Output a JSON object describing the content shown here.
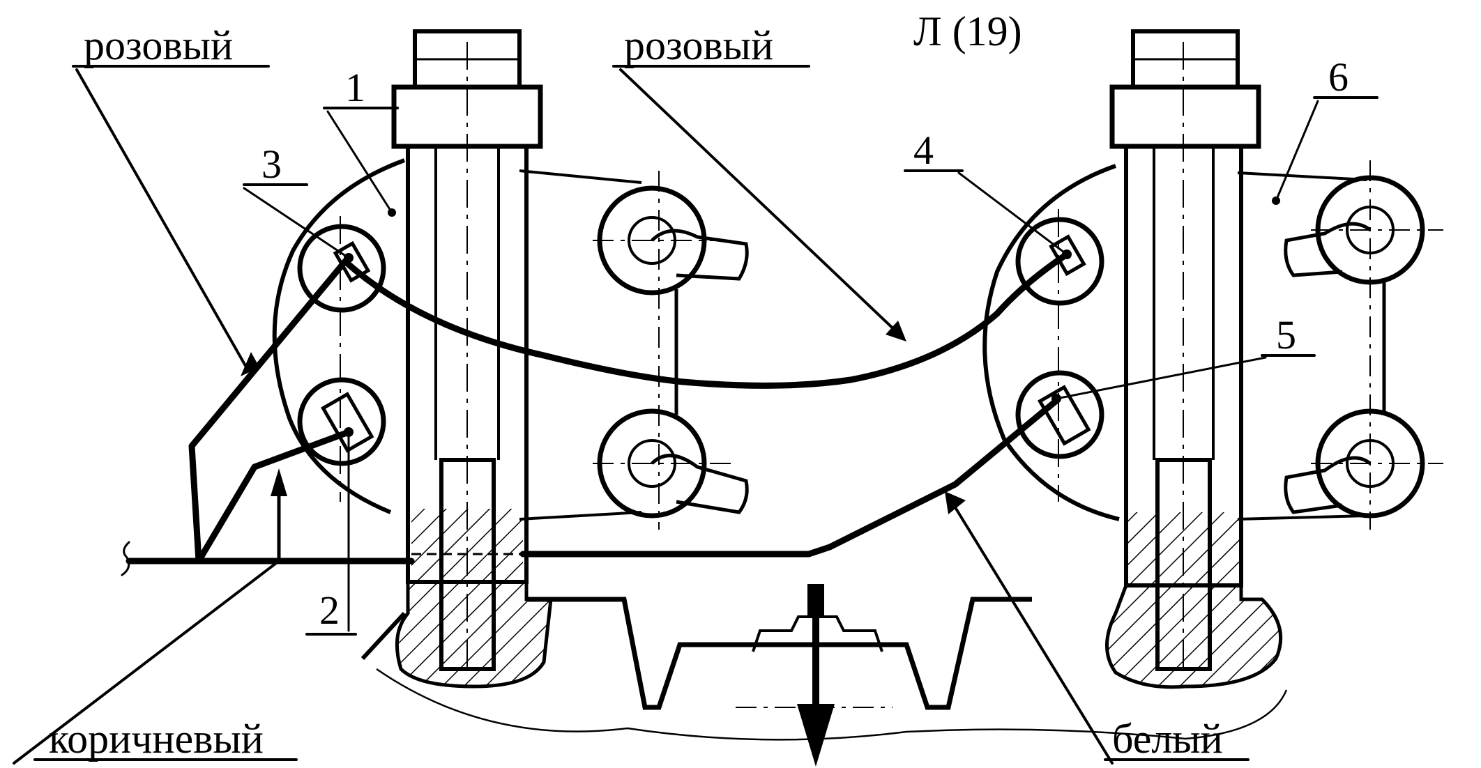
{
  "labels": {
    "header": "Л (19)",
    "pink_left": "розовый",
    "pink_center": "розовый",
    "brown": "коричневый",
    "white": "белый",
    "n1": "1",
    "n2": "2",
    "n3": "3",
    "n4": "4",
    "n5": "5",
    "n6": "6"
  },
  "colors": {
    "ink": "#000000",
    "paper": "#ffffff"
  }
}
